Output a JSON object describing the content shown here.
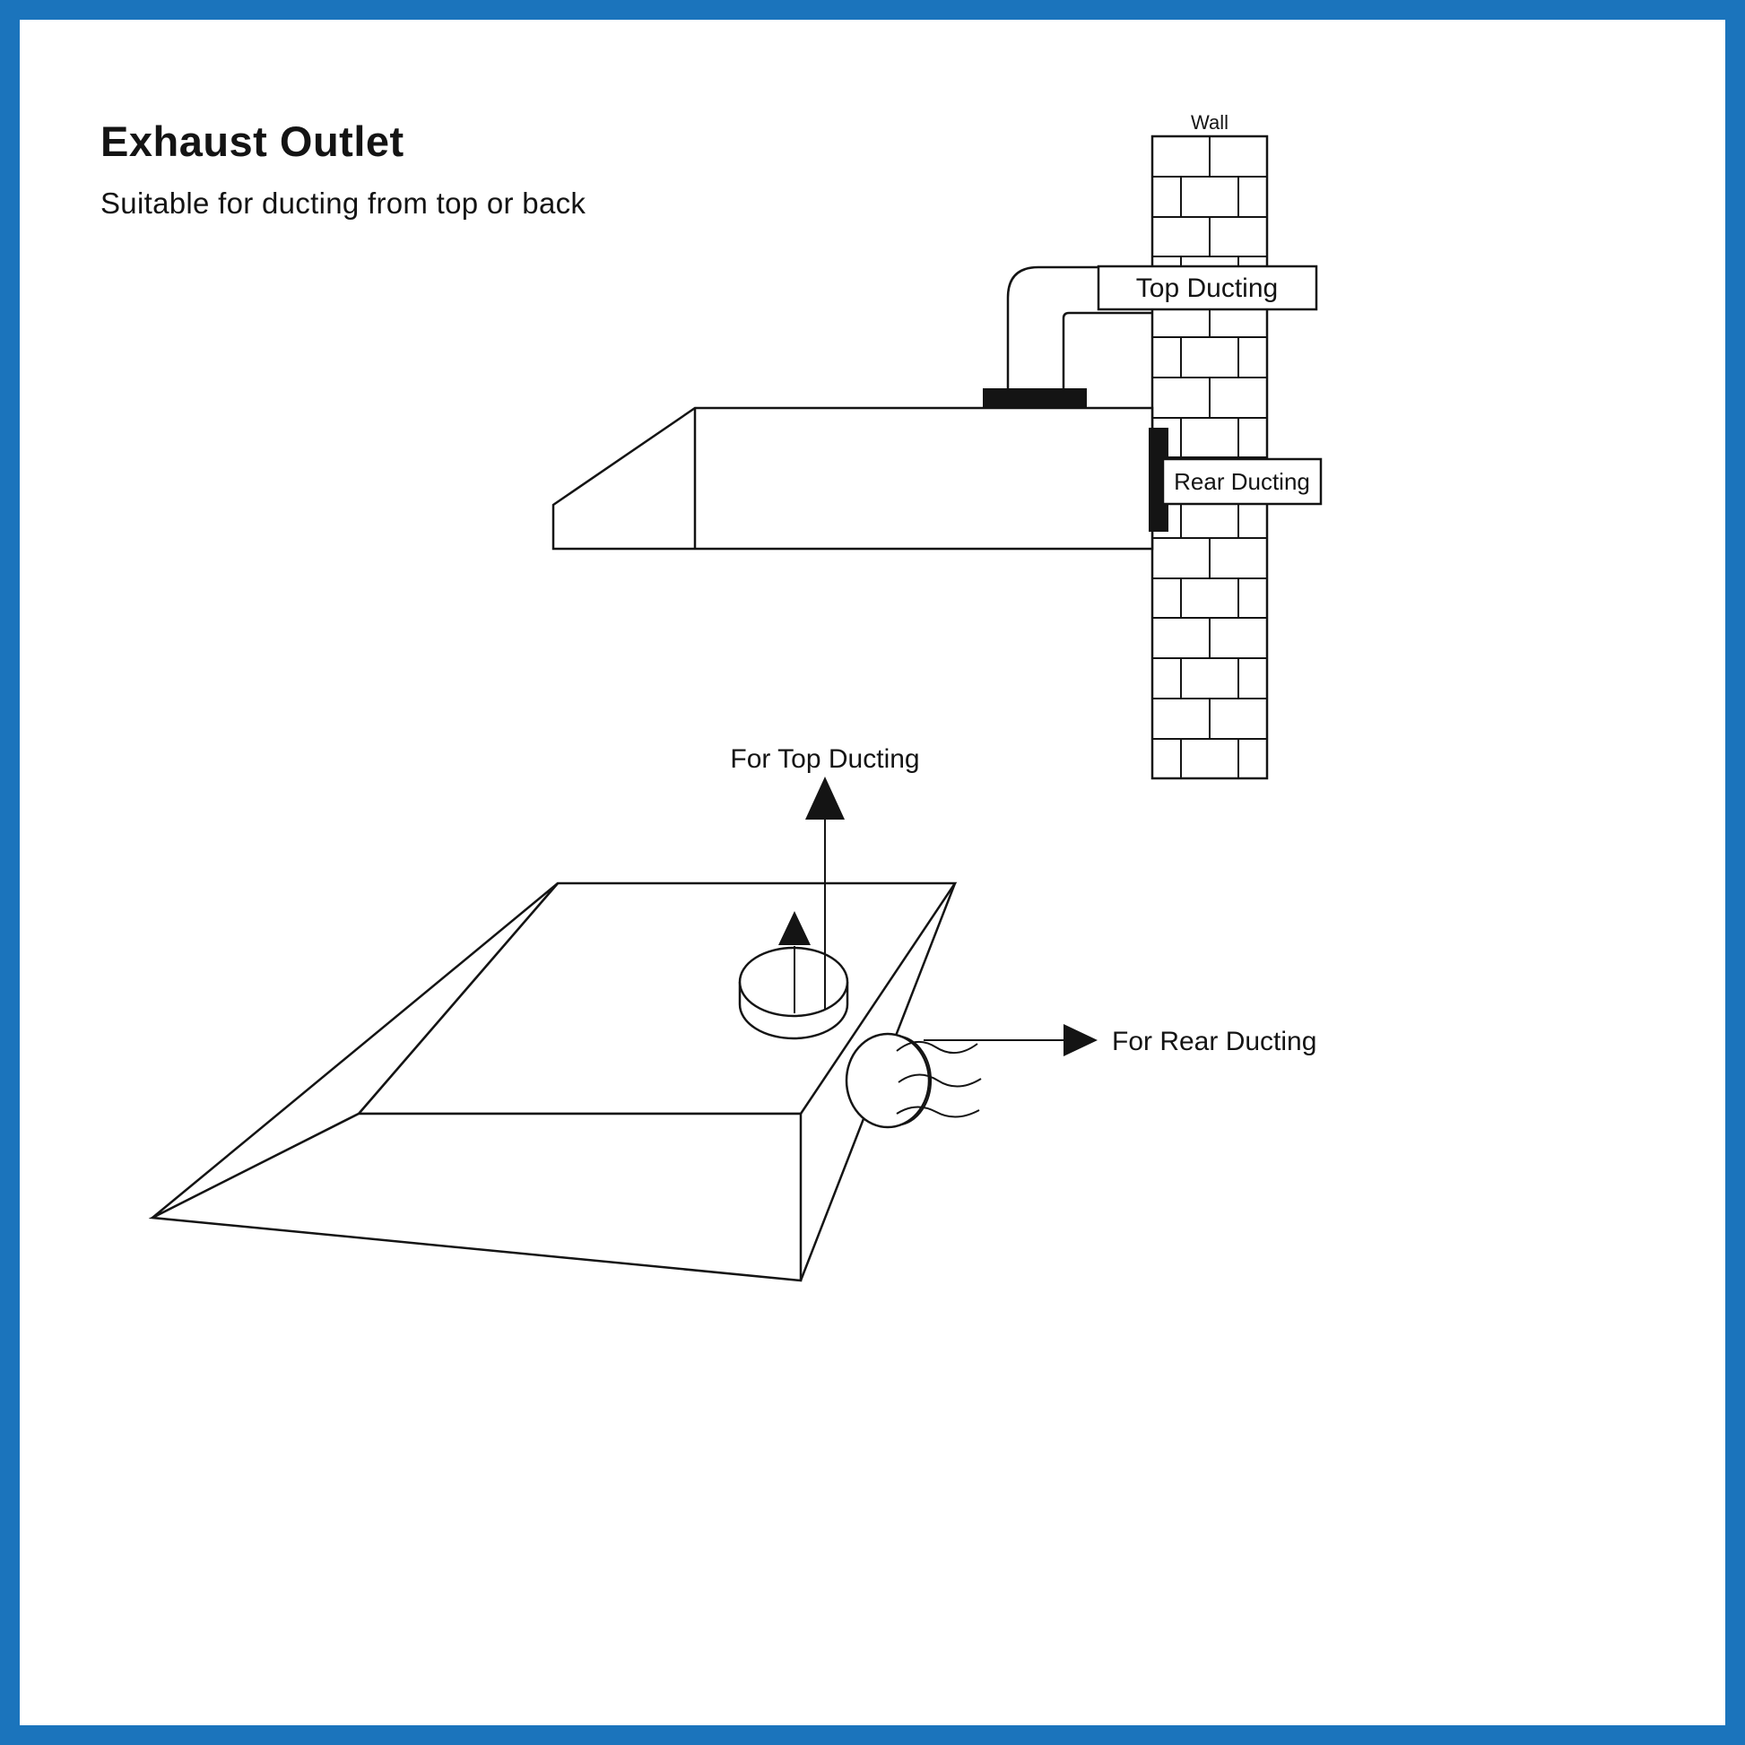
{
  "page": {
    "title": "Exhaust Outlet",
    "subtitle": "Suitable for ducting from top or back"
  },
  "colors": {
    "frame_blue": "#1b74bc",
    "line": "#141414"
  },
  "side_view": {
    "wall_label": "Wall",
    "top_ducting_label": "Top Ducting",
    "rear_ducting_label": "Rear Ducting"
  },
  "perspective_view": {
    "top_arrow_label": "For Top Ducting",
    "rear_arrow_label": "For Rear Ducting"
  }
}
